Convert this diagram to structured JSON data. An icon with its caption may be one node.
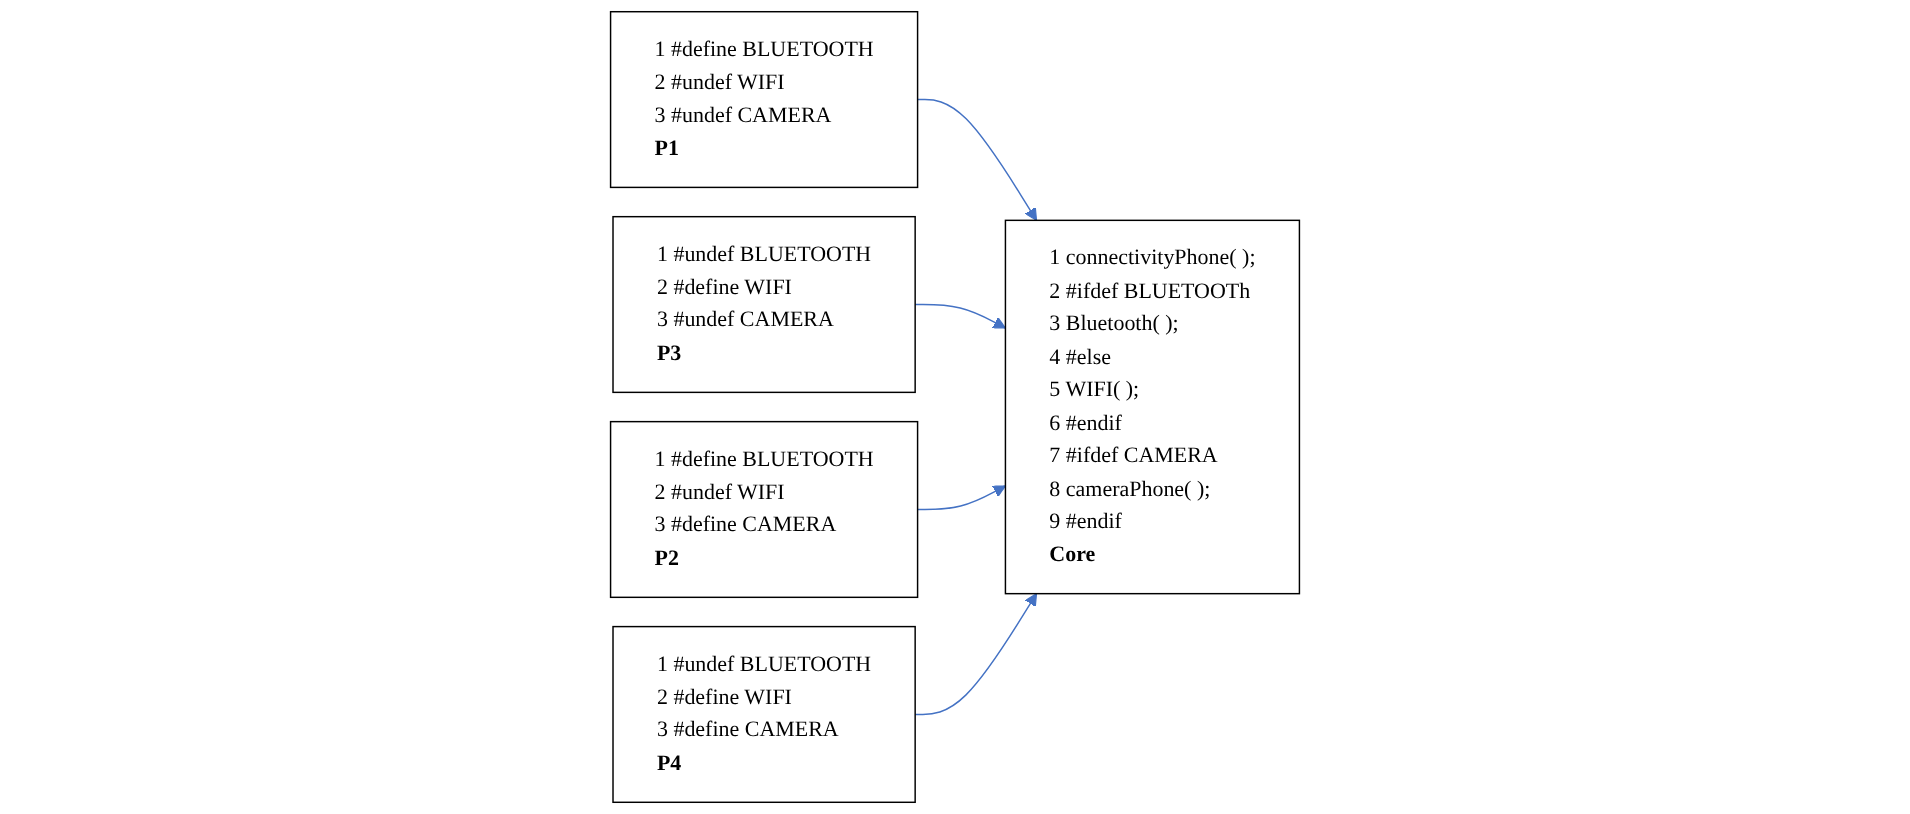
{
  "diagram": {
    "nodes": [
      {
        "text": [
          "1 #define BLUETOOTH",
          "2 #undef WIFI",
          "3 #undef CAMERA",
          "P1"
        ]
      },
      {
        "text": [
          "1 connectivityPhone( );",
          "2 #ifdef BLUETOOTh",
          "3 Bluetooth( );",
          "4 #else",
          "5 WIFI( );",
          "6 #endif",
          "7 #ifdef CAMERA",
          "8 cameraPhone( );",
          "9 #endif",
          "Core"
        ]
      },
      {
        "text": [
          "1 #undef BLUETOOTH",
          "2 #define WIFI",
          "3 #undef CAMERA",
          "P3"
        ]
      },
      {
        "text": [
          "1 #define BLUETOOTH",
          "2 #undef WIFI",
          "3 #define CAMERA",
          "P2"
        ]
      },
      {
        "text": [
          "1 #undef BLUETOOTH",
          "2 #define WIFI",
          "3 #define CAMERA",
          "P4"
        ]
      }
    ],
    "edges": [
      {
        "from": 0,
        "to": 1,
        "arrow": "to"
      },
      {
        "from": 2,
        "to": 1,
        "arrow": "to"
      },
      {
        "from": 3,
        "to": 1,
        "arrow": "to"
      },
      {
        "from": 4,
        "to": 1,
        "arrow": "to"
      }
    ]
  }
}
